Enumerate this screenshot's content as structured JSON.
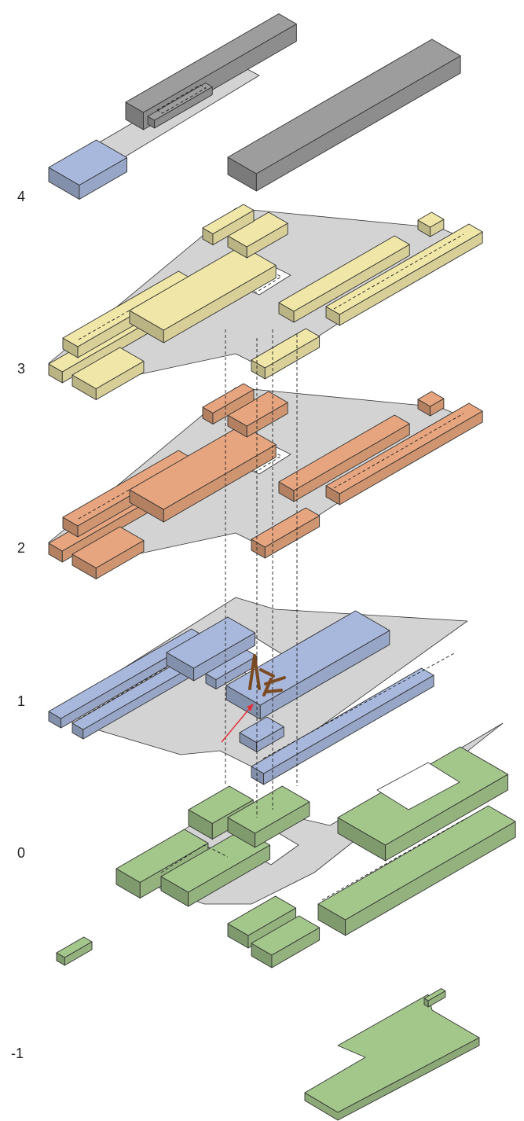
{
  "levels": [
    {
      "key": "l4",
      "label": "4",
      "color": "#9d9d9d"
    },
    {
      "key": "l3",
      "label": "3",
      "color": "#efe6a8"
    },
    {
      "key": "l2",
      "label": "2",
      "color": "#e6a57e"
    },
    {
      "key": "l1",
      "label": "1",
      "color": "#a8b8dc"
    },
    {
      "key": "l0",
      "label": "0",
      "color": "#a3c68b"
    },
    {
      "key": "lm1",
      "label": "-1",
      "color": "#a3c68b"
    }
  ],
  "colors": {
    "floor": "#d3d3d3",
    "roof_blue": "#a8b8dc",
    "sculpture": "#7a4a22",
    "arrow": "#e0303a"
  },
  "icons": {
    "arrow": "red-entrance-arrow",
    "sculpture": "timber-sculpture"
  }
}
